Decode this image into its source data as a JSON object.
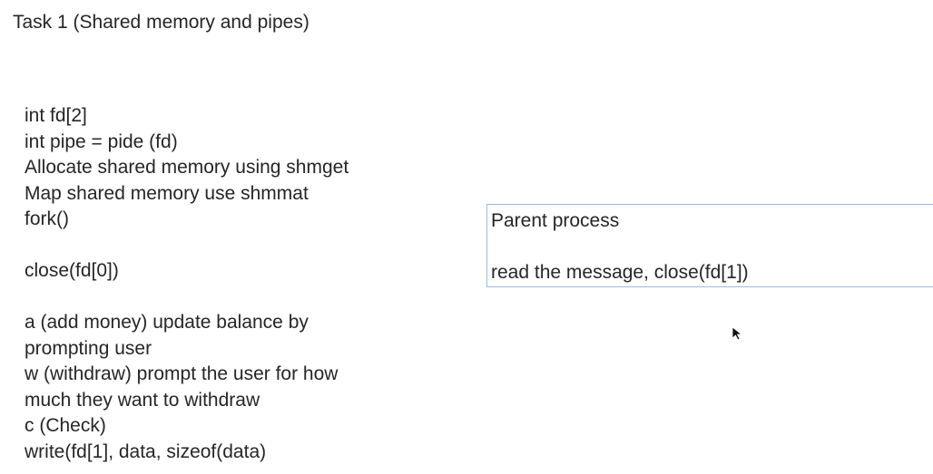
{
  "title": "Task 1 (Shared memory and pipes)",
  "lines": [
    "int fd[2]",
    "int pipe = pide (fd)",
    "Allocate shared memory using shmget",
    "Map shared memory use shmmat",
    "fork()",
    "",
    "close(fd[0])",
    "",
    "a (add money) update balance by",
    "prompting user",
    "w (withdraw) prompt the user for how",
    "much they want to withdraw",
    "c (Check)",
    "write(fd[1], data, sizeof(data)"
  ],
  "parent_box": {
    "heading": "Parent process",
    "body": "read the message, close(fd[1])"
  },
  "icons": {
    "cursor": "mouse-pointer-icon"
  }
}
